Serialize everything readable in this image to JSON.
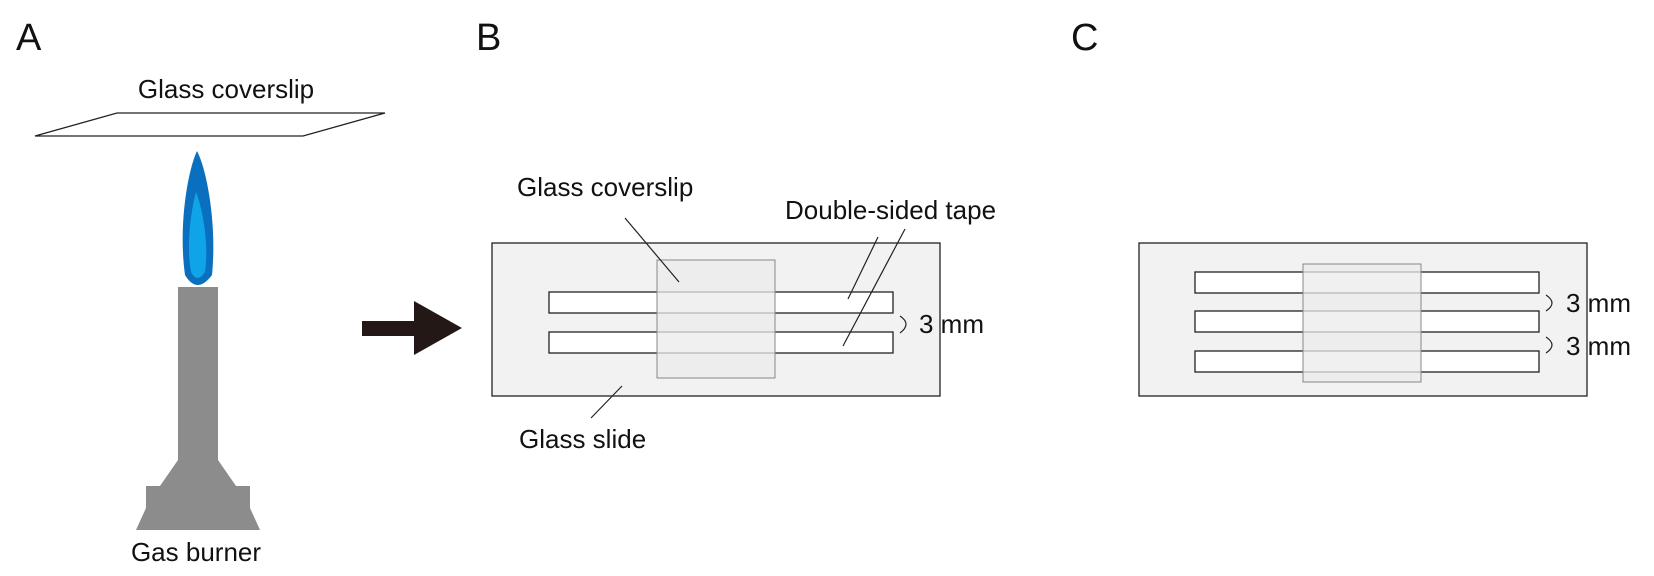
{
  "panels": {
    "a": {
      "letter": "A",
      "coverslip_label": "Glass coverslip",
      "burner_label": "Gas burner"
    },
    "b": {
      "letter": "B",
      "coverslip_label": "Glass coverslip",
      "tape_label": "Double-sided tape",
      "slide_label": "Glass slide",
      "gap_label": "3 mm"
    },
    "c": {
      "letter": "C",
      "gap_label_1": "3 mm",
      "gap_label_2": "3 mm"
    }
  },
  "colors": {
    "flame_outer": "#0A6FBE",
    "flame_inner": "#0FA3E8",
    "burner": "#8C8C8C",
    "slide_fill": "#F2F2F2",
    "coverslip_fill": "#EBEBEB",
    "arrow": "#231815"
  }
}
